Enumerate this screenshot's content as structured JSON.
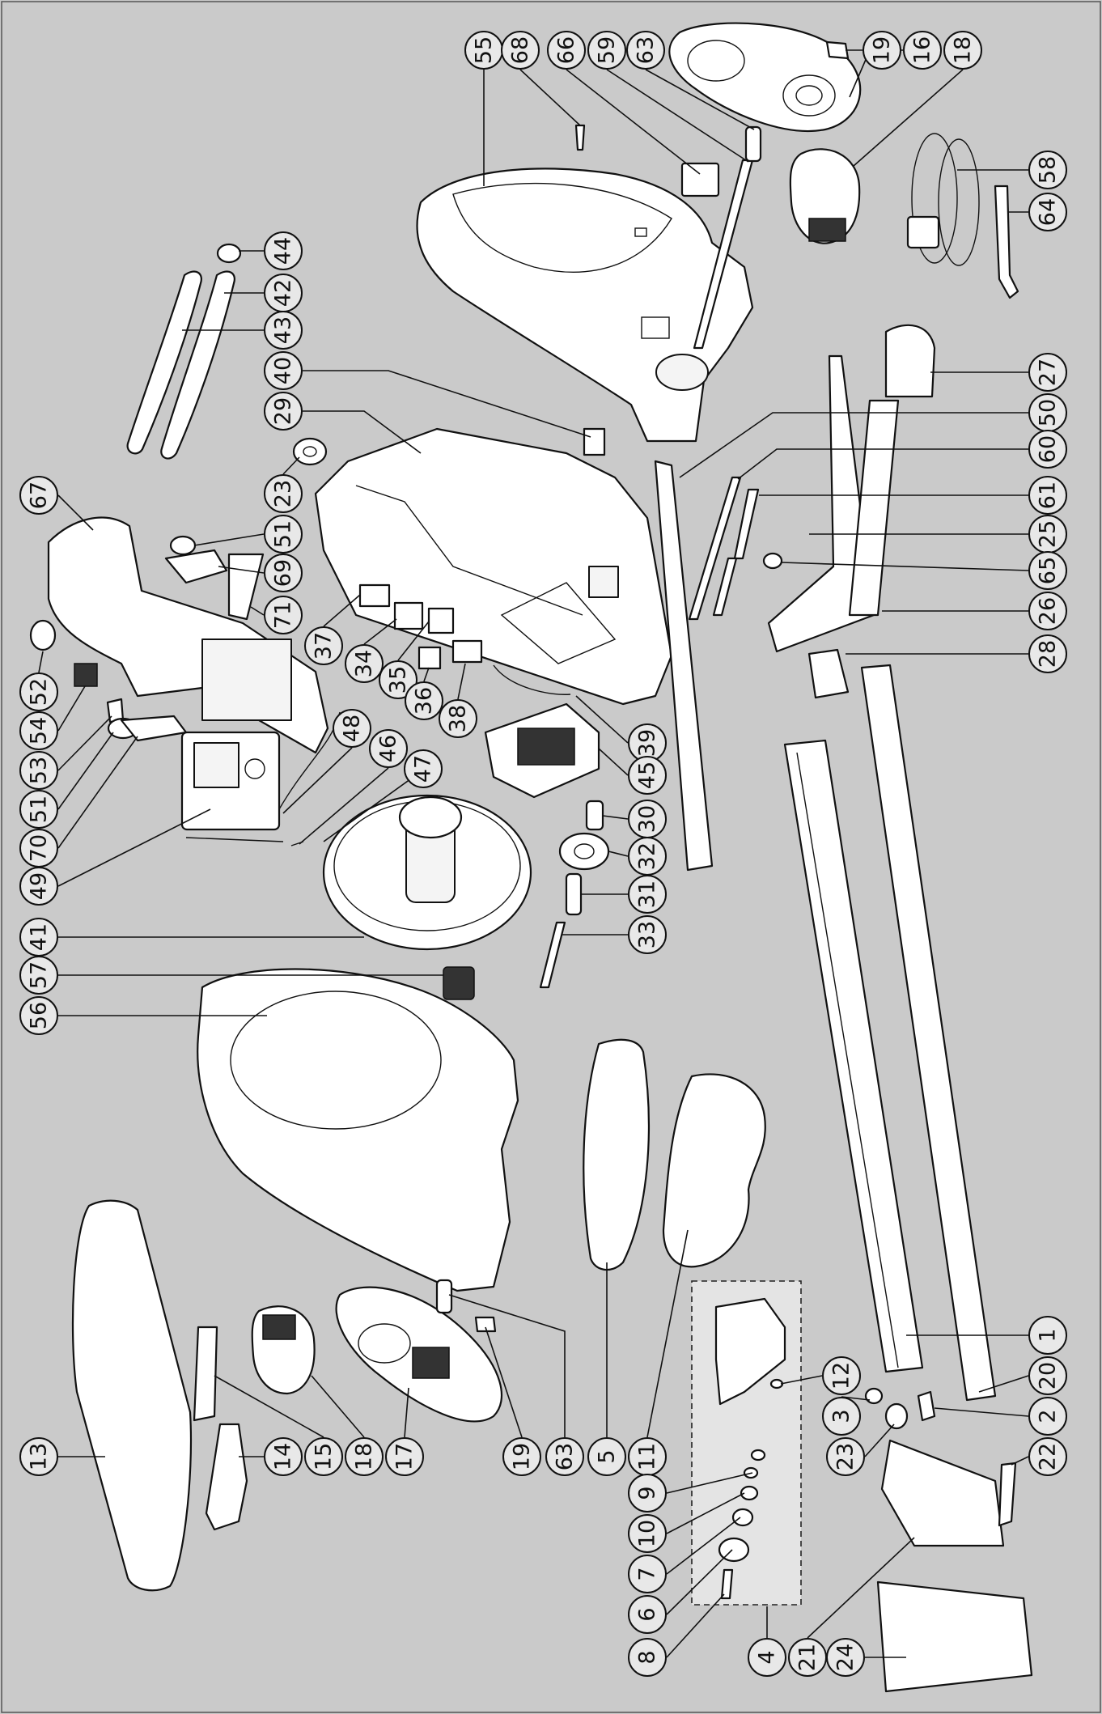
{
  "diagram": {
    "background": "#cacaca",
    "callouts": [
      "55",
      "68",
      "66",
      "59",
      "63",
      "19",
      "16",
      "18",
      "58",
      "64",
      "44",
      "42",
      "43",
      "40",
      "29",
      "23",
      "50",
      "27",
      "60",
      "61",
      "25",
      "65",
      "26",
      "28",
      "67",
      "51",
      "69",
      "71",
      "37",
      "34",
      "35",
      "36",
      "38",
      "52",
      "54",
      "53",
      "51",
      "70",
      "49",
      "48",
      "46",
      "47",
      "39",
      "45",
      "30",
      "32",
      "31",
      "33",
      "41",
      "57",
      "56",
      "13",
      "14",
      "15",
      "18",
      "17",
      "19",
      "63",
      "5",
      "11",
      "12",
      "9",
      "10",
      "7",
      "6",
      "8",
      "4",
      "21",
      "24",
      "3",
      "23",
      "2",
      "22",
      "1",
      "20"
    ]
  }
}
